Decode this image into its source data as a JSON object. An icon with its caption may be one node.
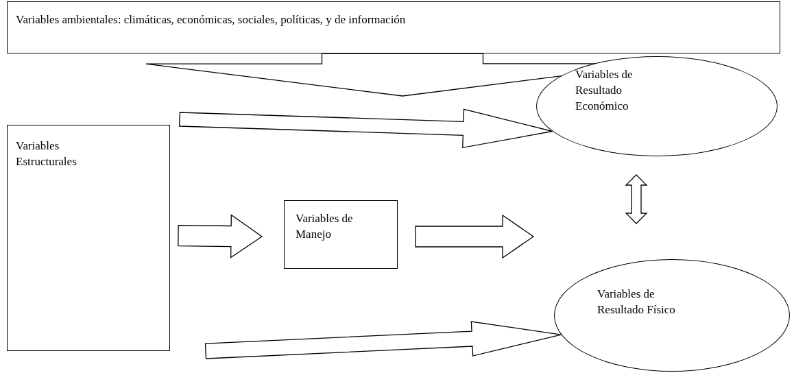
{
  "diagram": {
    "nodes": [
      {
        "text": [
          "Variables ambientales: climáticas, económicas, sociales, políticas, y de información"
        ]
      },
      {
        "text": [
          "Variables Estructurales"
        ]
      },
      {
        "text": [
          "Variables de Manejo"
        ]
      },
      {
        "text": [
          "Variables de Resultado Económico"
        ]
      },
      {
        "text": [
          "Variables de Resultado Físico"
        ]
      }
    ],
    "edges": [
      {
        "from": 0,
        "to": null,
        "arrow": "to"
      },
      {
        "from": 1,
        "to": 3,
        "arrow": "to"
      },
      {
        "from": 1,
        "to": 2,
        "arrow": "to"
      },
      {
        "from": 2,
        "to": null,
        "arrow": "to"
      },
      {
        "from": 3,
        "to": 4,
        "arrow": "both"
      },
      {
        "from": 1,
        "to": 4,
        "arrow": "to"
      }
    ]
  }
}
